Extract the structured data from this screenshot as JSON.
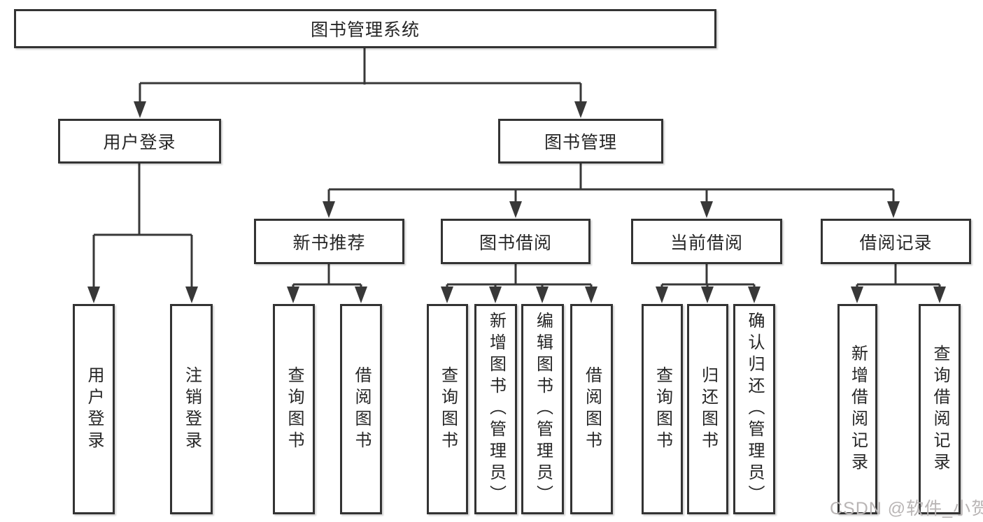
{
  "tree": {
    "root": "图书管理系统",
    "children": [
      {
        "label": "用户登录",
        "children": [
          "用户登录",
          "注销登录"
        ]
      },
      {
        "label": "图书管理",
        "children": [
          {
            "label": "新书推荐",
            "children": [
              "查询图书",
              "借阅图书"
            ]
          },
          {
            "label": "图书借阅",
            "children": [
              "查询图书",
              "新增图书（管理员）",
              "编辑图书（管理员）",
              "借阅图书"
            ]
          },
          {
            "label": "当前借阅",
            "children": [
              "查询图书",
              "归还图书",
              "确认归还（管理员）"
            ]
          },
          {
            "label": "借阅记录",
            "children": [
              "新增借阅记录",
              "查询借阅记录"
            ]
          }
        ]
      }
    ]
  },
  "watermark": {
    "text": "CSDN @软件_小贺同学"
  },
  "colors": {
    "line": "#383838",
    "box_border": "#333333",
    "text": "#262626",
    "watermark": "#b9b5b5",
    "background": "#ffffff"
  }
}
